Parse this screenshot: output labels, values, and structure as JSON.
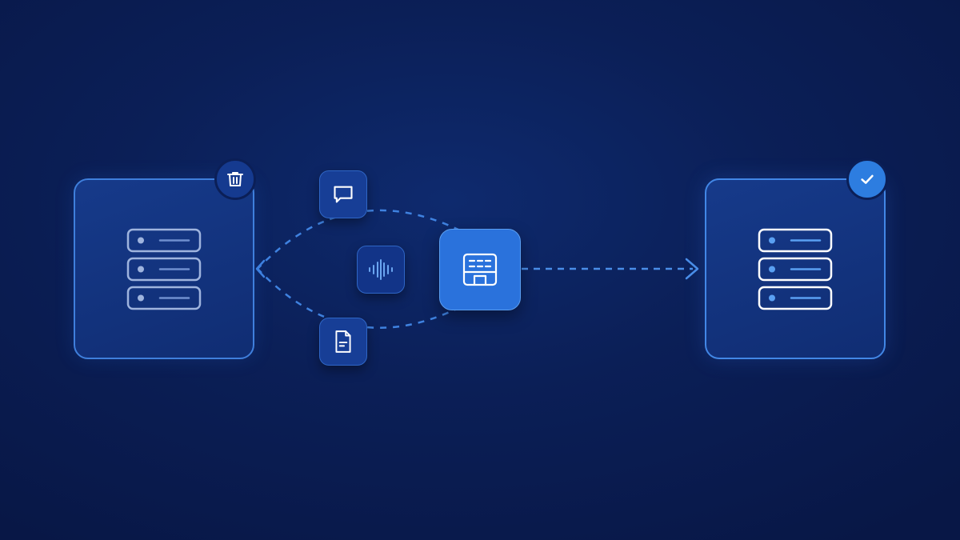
{
  "diagram": {
    "source": {
      "name": "source-server",
      "badge_icon": "trash-icon",
      "stack_rows": 3,
      "state": "deleted"
    },
    "inputs": [
      {
        "name": "chat",
        "icon": "chat-bubble-icon"
      },
      {
        "name": "audio",
        "icon": "audio-waveform-icon"
      },
      {
        "name": "document",
        "icon": "document-icon"
      }
    ],
    "hub": {
      "name": "storefront",
      "icon": "storefront-icon"
    },
    "target": {
      "name": "destination-server",
      "badge_icon": "check-icon",
      "stack_rows": 3,
      "state": "verified"
    },
    "colors": {
      "background": "#0b1f57",
      "box_fill": "#123381",
      "box_border_source": "#3f7fdc",
      "box_border_target": "#4287e6",
      "connector": "#3f82e0",
      "accent": "#2a72dc",
      "source_glyph": "#9fb4de",
      "target_glyph": "#ffffff",
      "target_line": "#5aa0f2"
    }
  }
}
